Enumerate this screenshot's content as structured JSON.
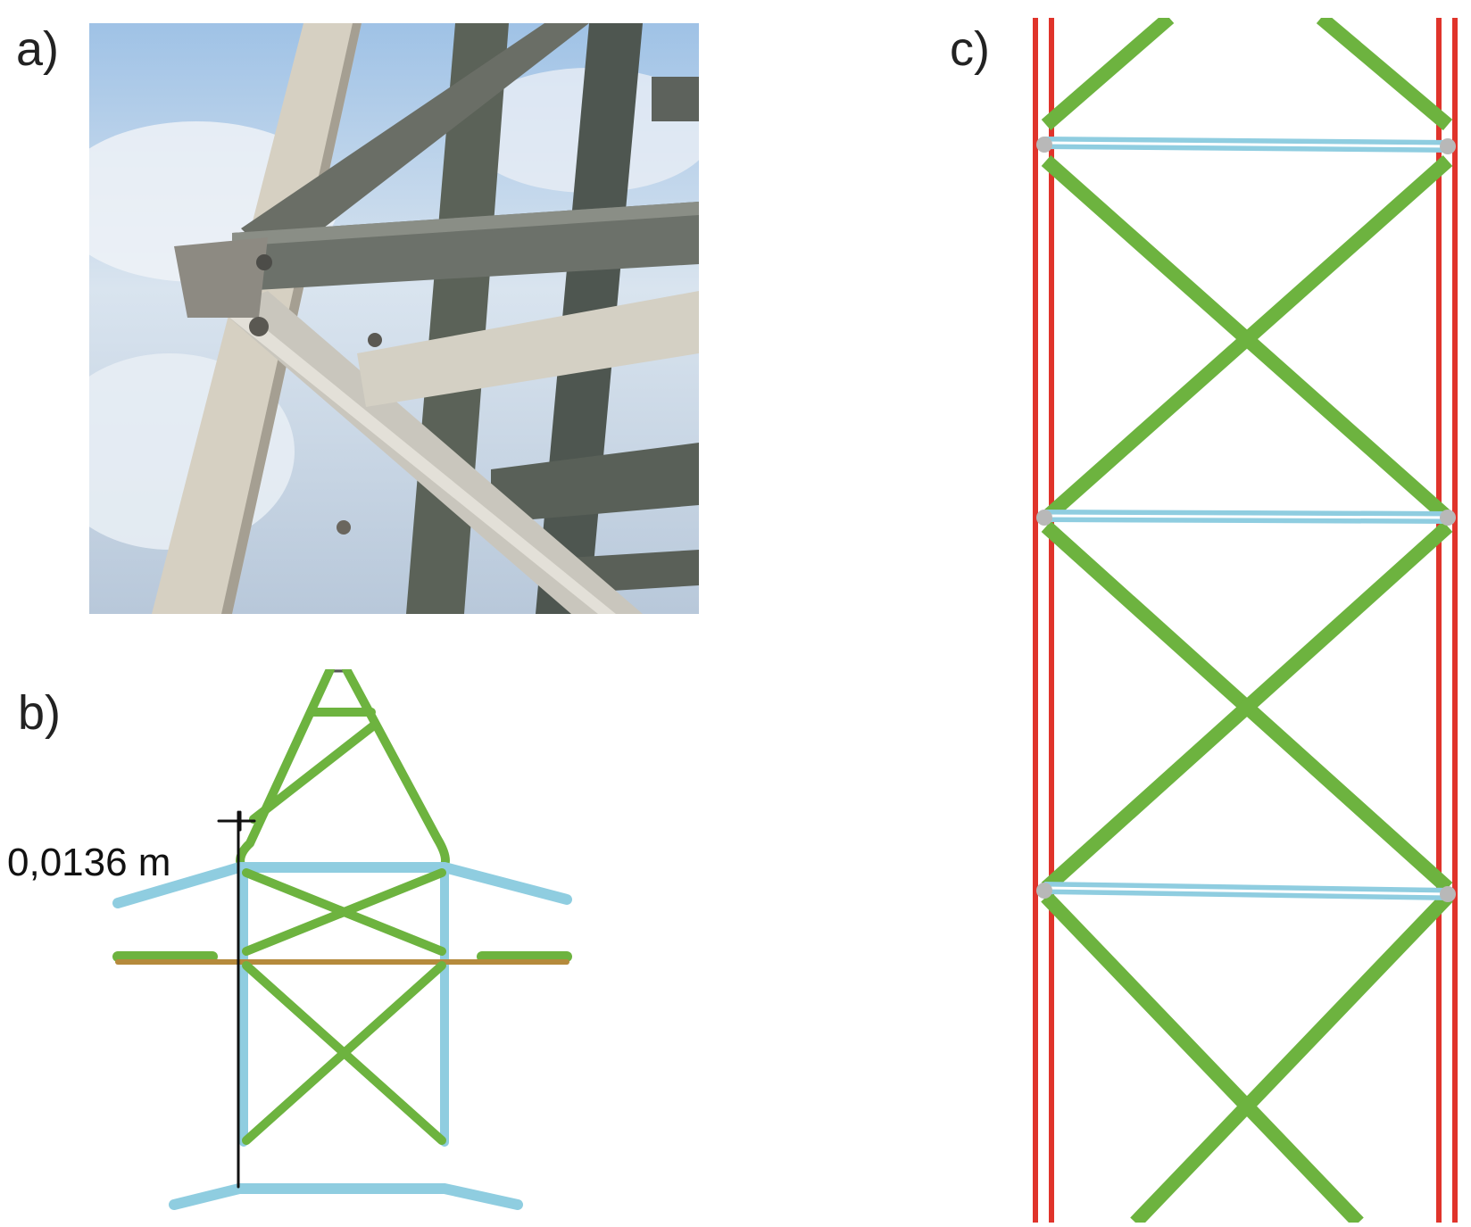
{
  "panels": {
    "a": {
      "label": "a)"
    },
    "b": {
      "label": "b)",
      "dimension_label": "0,0136 m"
    },
    "c": {
      "label": "c)"
    }
  },
  "colors": {
    "green_member": "#6db33f",
    "blue_member": "#8fcde0",
    "red_member": "#e0342b",
    "brown_member": "#b58a3c",
    "dimension_line": "#111111"
  }
}
